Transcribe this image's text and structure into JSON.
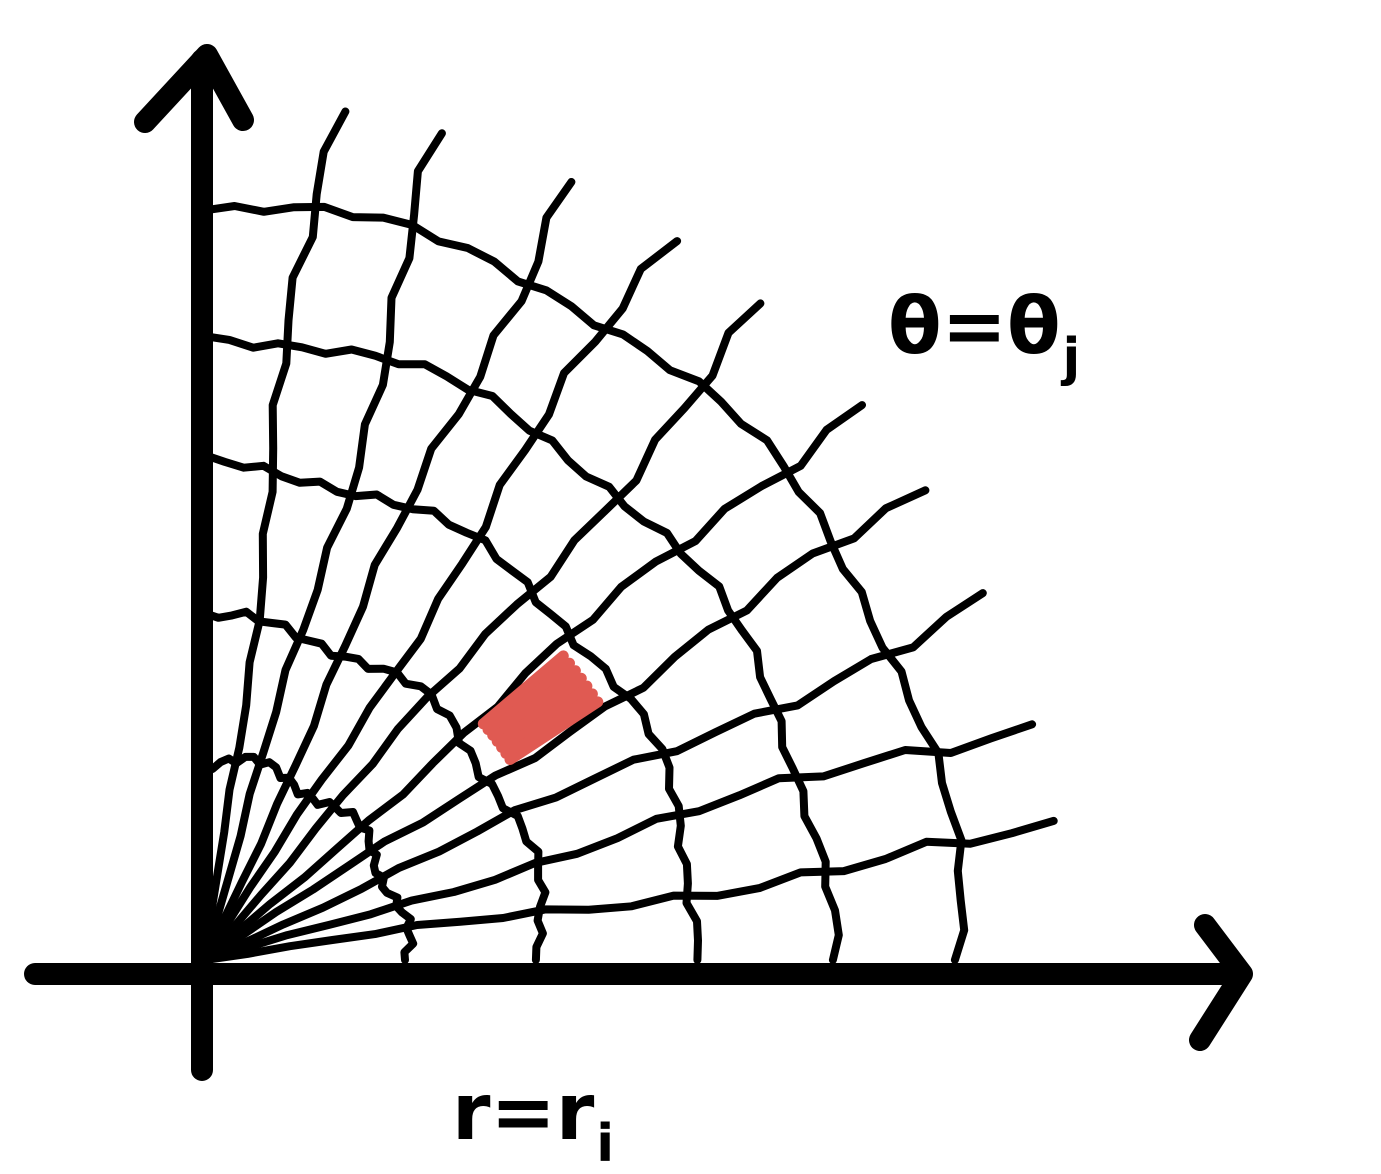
{
  "labels": {
    "theta": {
      "main": "θ=θ",
      "sub": "j"
    },
    "r": {
      "main": "r=r",
      "sub": "i"
    }
  },
  "colors": {
    "ink": "#000000",
    "highlight": "#e05a52",
    "background": "#ffffff"
  },
  "grid": {
    "arc_count": 5,
    "ray_count": 10,
    "highlighted_cell": {
      "arc_between": [
        2,
        3
      ],
      "ray_between": [
        4,
        5
      ]
    }
  }
}
